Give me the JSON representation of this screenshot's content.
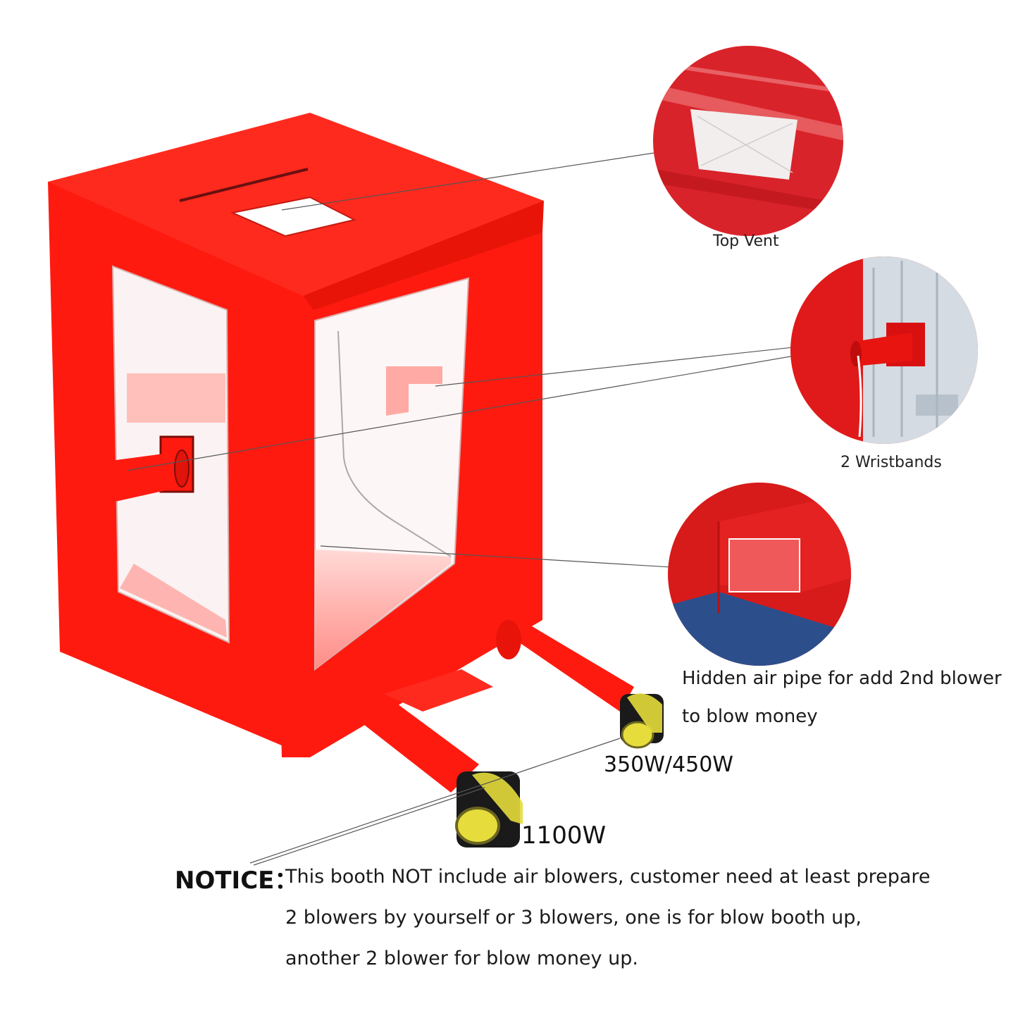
{
  "callouts": {
    "top_vent": "Top Vent",
    "wristbands": "2 Wristbands",
    "hidden_pipe_line1": "Hidden air pipe for add 2nd blower",
    "hidden_pipe_line2": "to blow money"
  },
  "blowers": {
    "small": "350W/450W",
    "large": "1100W"
  },
  "notice": {
    "heading": "NOTICE：",
    "line1": "This booth NOT include air blowers, customer need at least prepare",
    "line2": "2 blowers  by yourself or 3 blowers, one is for blow booth up,",
    "line3": "another 2 blower for blow money up."
  },
  "colors": {
    "booth_red": "#ff1a10",
    "blower_yellow": "#e6dc3c",
    "leader_line": "#555555"
  }
}
